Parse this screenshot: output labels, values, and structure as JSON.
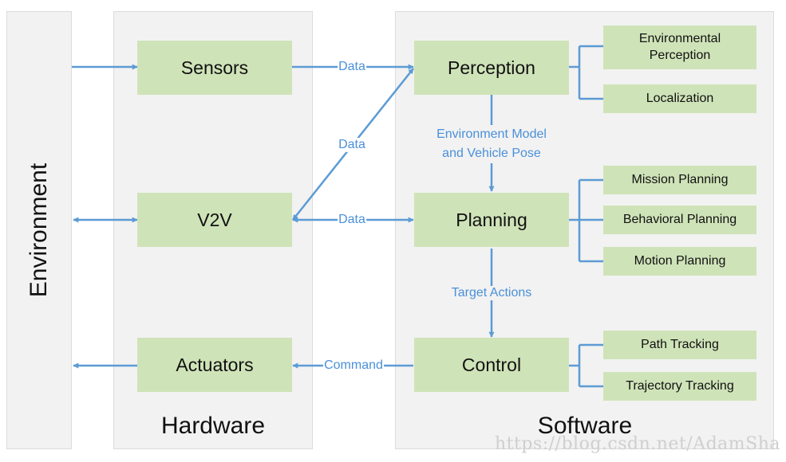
{
  "environment": {
    "label": "Environment"
  },
  "hardware": {
    "title": "Hardware",
    "sensors": "Sensors",
    "v2v": "V2V",
    "actuators": "Actuators"
  },
  "software": {
    "title": "Software",
    "perception": "Perception",
    "planning": "Planning",
    "control": "Control",
    "perception_children": [
      "Environmental\nPerception",
      "Localization"
    ],
    "planning_children": [
      "Mission Planning",
      "Behavioral Planning",
      "Motion Planning"
    ],
    "control_children": [
      "Path Tracking",
      "Trajectory Tracking"
    ]
  },
  "edges": {
    "sensors_perception": "Data",
    "v2v_perception": "Data",
    "v2v_planning": "Data",
    "perception_planning": "Environment Model\nand Vehicle Pose",
    "planning_control": "Target Actions",
    "control_actuators": "Command"
  },
  "colors": {
    "box_fill": "#cfe3b8",
    "arrow": "#5b9bd5",
    "edge_text": "#4a90d9",
    "panel": "#f2f2f2"
  },
  "watermark": "https://blog.csdn.net/AdamSha"
}
